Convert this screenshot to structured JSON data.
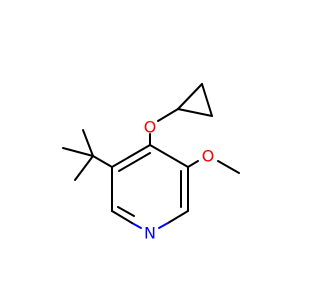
{
  "molecule": {
    "atoms": {
      "oxygen_cyclopropoxy": {
        "symbol": "O",
        "color": "#ff0000"
      },
      "oxygen_methoxy": {
        "symbol": "O",
        "color": "#ff0000"
      },
      "nitrogen_ring": {
        "symbol": "N",
        "color": "#0000ff"
      }
    },
    "colors": {
      "bond": "#000000",
      "oxygen": "#ff0000",
      "nitrogen": "#0000ff",
      "background": "#ffffff"
    }
  }
}
